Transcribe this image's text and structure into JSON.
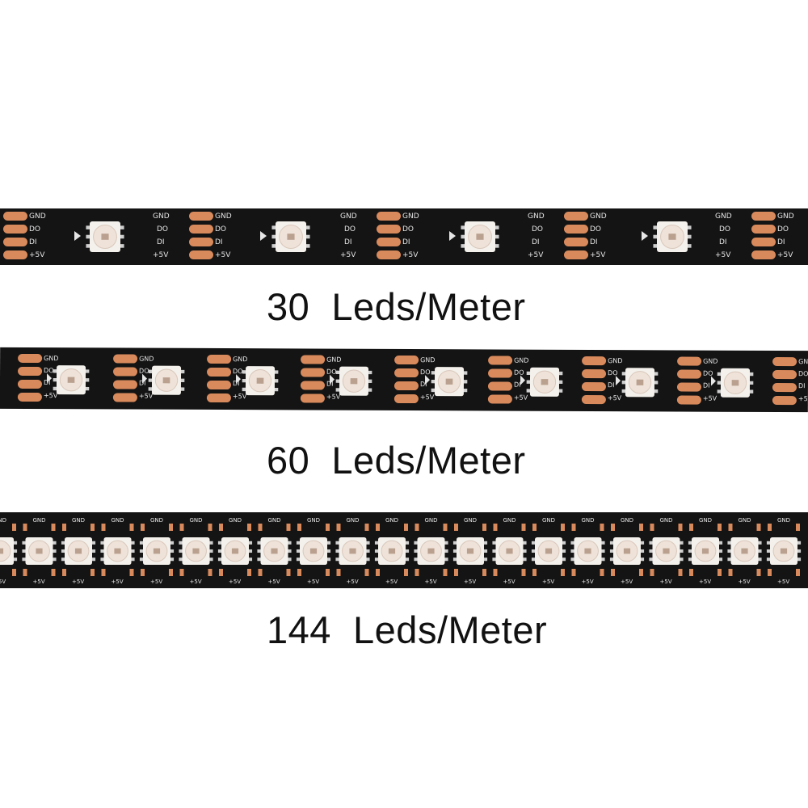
{
  "strips": [
    {
      "id": "30",
      "caption": "30  Leds/Meter",
      "leds_per_meter": 30,
      "pad_labels": [
        "GND",
        "DO",
        "DI",
        "+5V"
      ]
    },
    {
      "id": "60",
      "caption": "60  Leds/Meter",
      "leds_per_meter": 60,
      "pad_labels": [
        "GND",
        "DO",
        "DI",
        "+5V"
      ]
    },
    {
      "id": "144",
      "caption": "144  Leds/Meter",
      "leds_per_meter": 144,
      "pad_labels": [
        "GND",
        "+5V"
      ]
    }
  ],
  "colors": {
    "pcb": "#141414",
    "copper_pad": "#d98a5c",
    "led_housing": "#f4f1ec",
    "led_die": "#efe2d8",
    "silkscreen": "#e6e6e6",
    "background": "#ffffff"
  }
}
